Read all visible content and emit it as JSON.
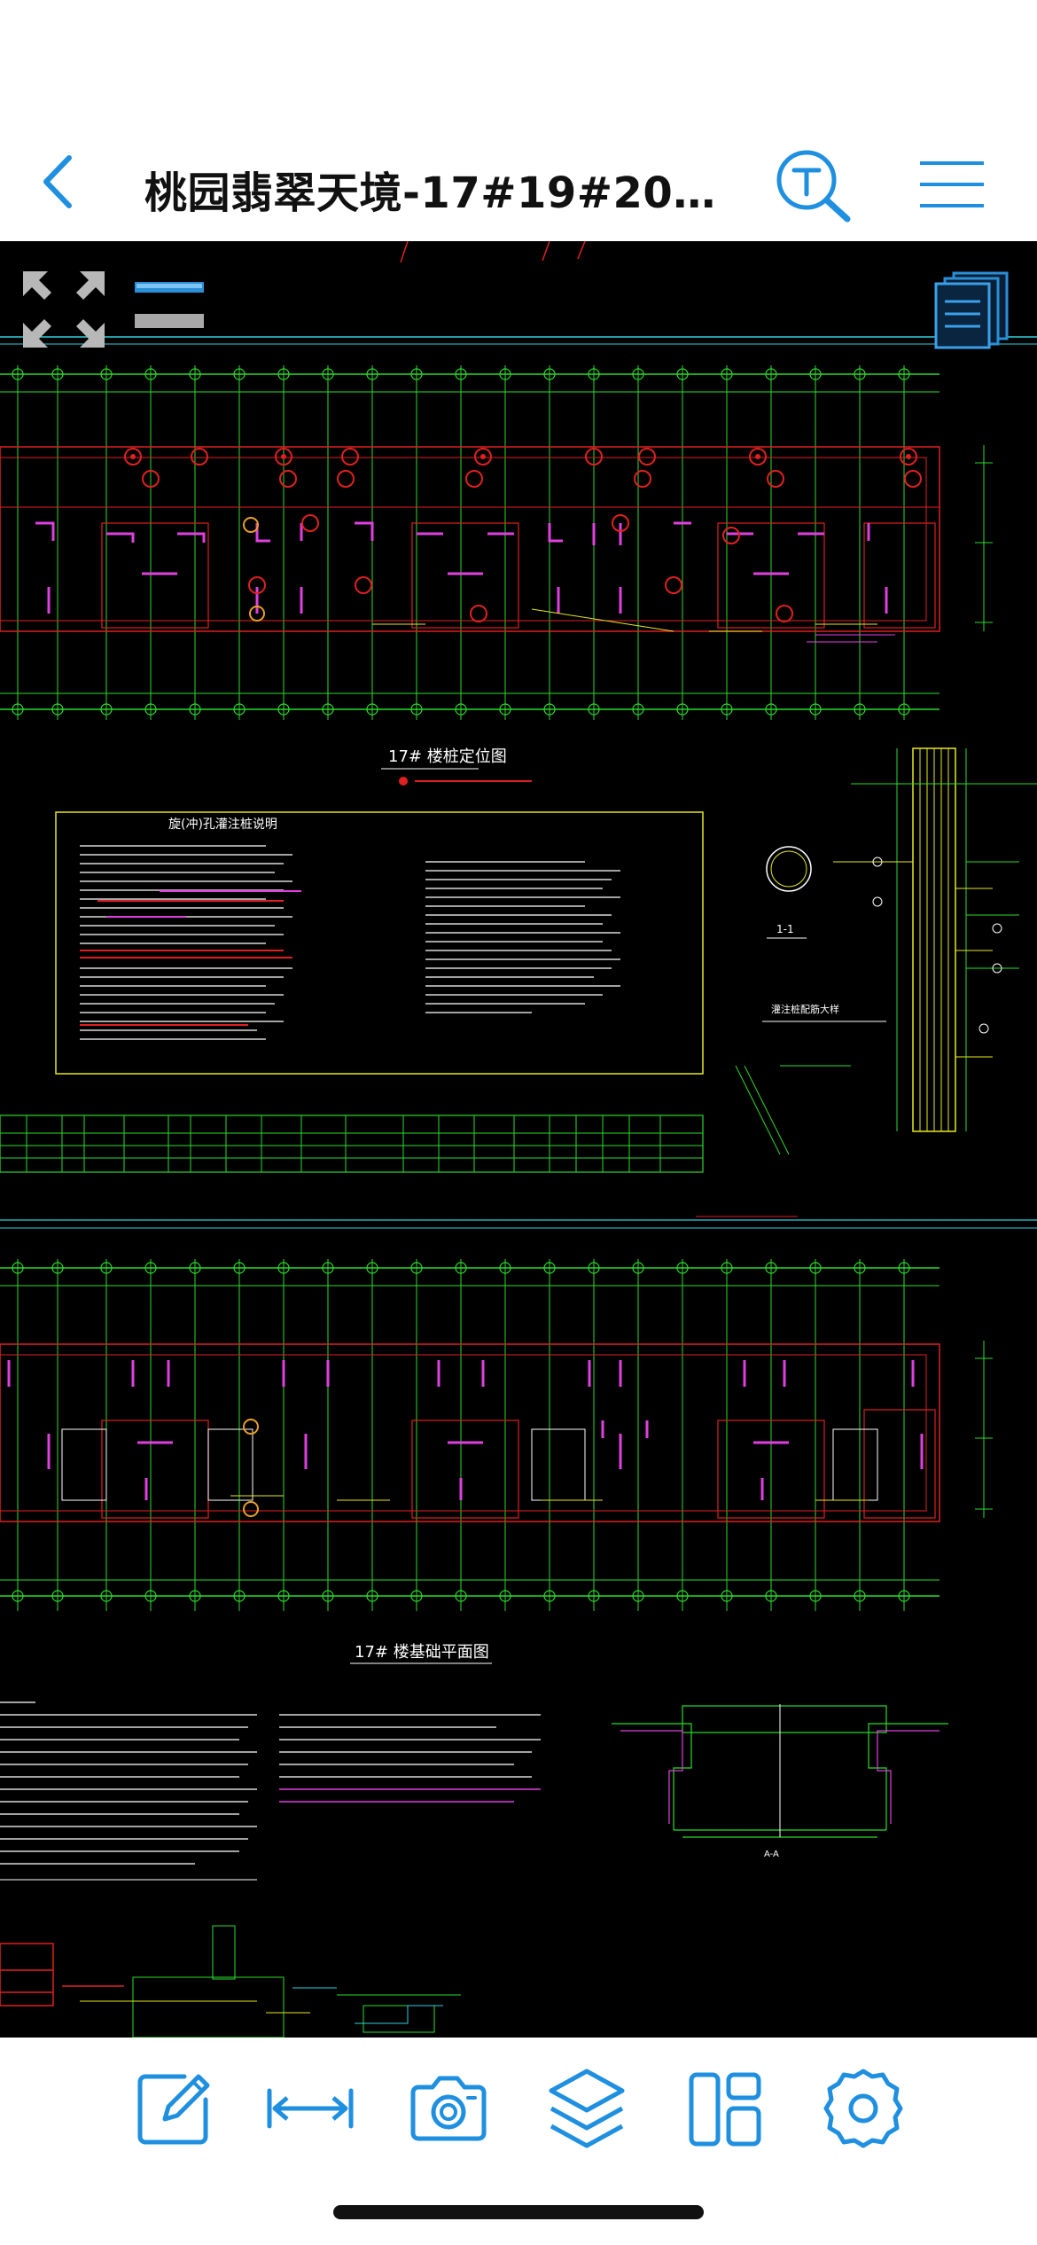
{
  "header": {
    "title": "桃园翡翠天境-17#19#20#...",
    "back_icon": "chevron-left-icon",
    "search_icon": "text-search-icon",
    "menu_icon": "hamburger-menu-icon"
  },
  "drawing": {
    "plan1_title": "17# 楼桩定位图",
    "plan2_title": "17# 楼基础平面图",
    "notes_title": "旋(冲)孔灌注桩说明",
    "section_label": "1-1",
    "section_label2": "A-A",
    "detail_label": "灌注桩配筋大样"
  },
  "overlay": {
    "fullscreen_icon": "fullscreen-arrows-icon",
    "layers_icon": "document-stack-icon"
  },
  "toolbar": {
    "items": [
      {
        "icon": "edit-pencil-icon"
      },
      {
        "icon": "measure-distance-icon"
      },
      {
        "icon": "camera-icon"
      },
      {
        "icon": "layers-icon"
      },
      {
        "icon": "layout-panels-icon"
      },
      {
        "icon": "settings-gear-icon"
      }
    ]
  },
  "colors": {
    "accent": "#1f8fe0",
    "cad_background": "#000000",
    "cad_green": "#2bdc2b",
    "cad_red": "#e02020",
    "cad_magenta": "#e040e0",
    "cad_yellow": "#e8e820",
    "cad_cyan": "#30d0e0"
  }
}
